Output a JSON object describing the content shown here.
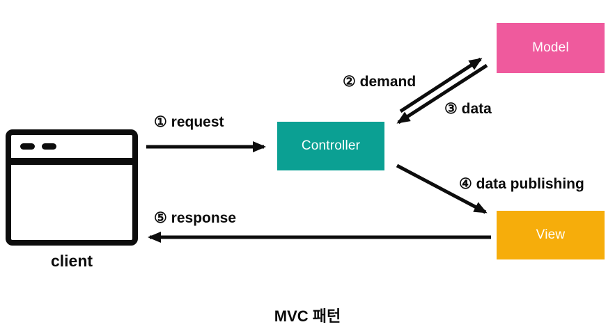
{
  "diagram": {
    "title": "MVC 패턴",
    "client": {
      "label": "client"
    },
    "nodes": {
      "controller": {
        "label": "Controller",
        "color": "#0ba093"
      },
      "model": {
        "label": "Model",
        "color": "#ef5a9d"
      },
      "view": {
        "label": "View",
        "color": "#f6ad0b"
      }
    },
    "arrows": {
      "request": "① request",
      "demand": "② demand",
      "data": "③ data",
      "data_publishing": "④ data publishing",
      "response": "⑤ response"
    },
    "arrow_color": "#0d0d0d"
  }
}
